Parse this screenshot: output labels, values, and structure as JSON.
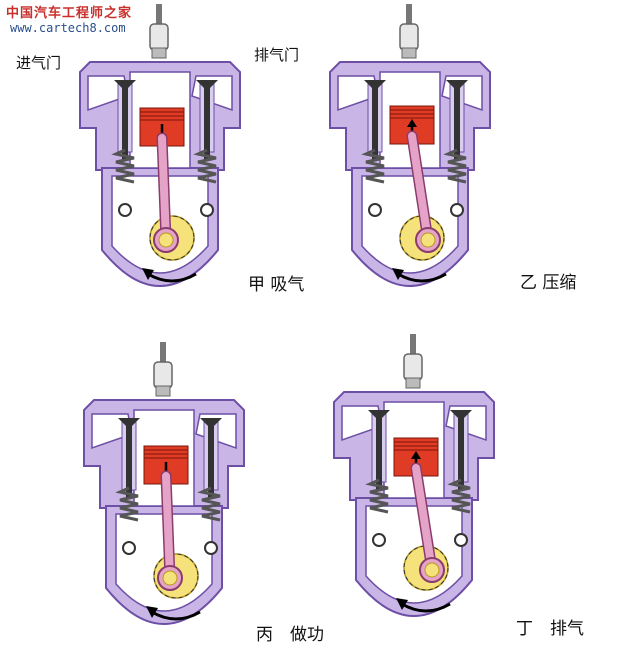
{
  "watermark": {
    "site_name": "中国汽车工程师之家",
    "url": "www.cartech8.com"
  },
  "labels": {
    "intake_valve": "进气门",
    "exhaust_valve": "排气门"
  },
  "strokes": [
    {
      "caption": "甲 吸气"
    },
    {
      "caption": "乙 压缩"
    },
    {
      "caption": "丙　做功"
    },
    {
      "caption": "丁　排气"
    }
  ],
  "colors": {
    "cylinder_fill": "#c9b6e6",
    "cylinder_stroke": "#6d4fa6",
    "piston": "#e03b24",
    "piston_dark": "#7a1408",
    "crank_disc": "#f5e27a",
    "crank_stroke": "#b59a1e",
    "rod": "#e6a3c8",
    "rod_stroke": "#8a3c6e",
    "spring": "#555555",
    "plug": "#e8e8e8"
  }
}
